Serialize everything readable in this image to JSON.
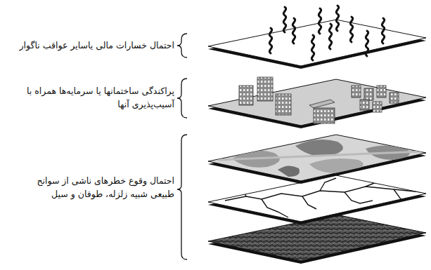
{
  "diagram": {
    "labels": [
      "احتمال خسارات مالی یاسایر عواقب ناگوار",
      "پراکندگی ساختمانها یا سرمایه‌ها همراه با آسیب‌پذیری آنها",
      "احتمال وقوع خطرهای ناشی از سوانح طبیعی شبیه زلزله، طوفان و سیل"
    ]
  }
}
